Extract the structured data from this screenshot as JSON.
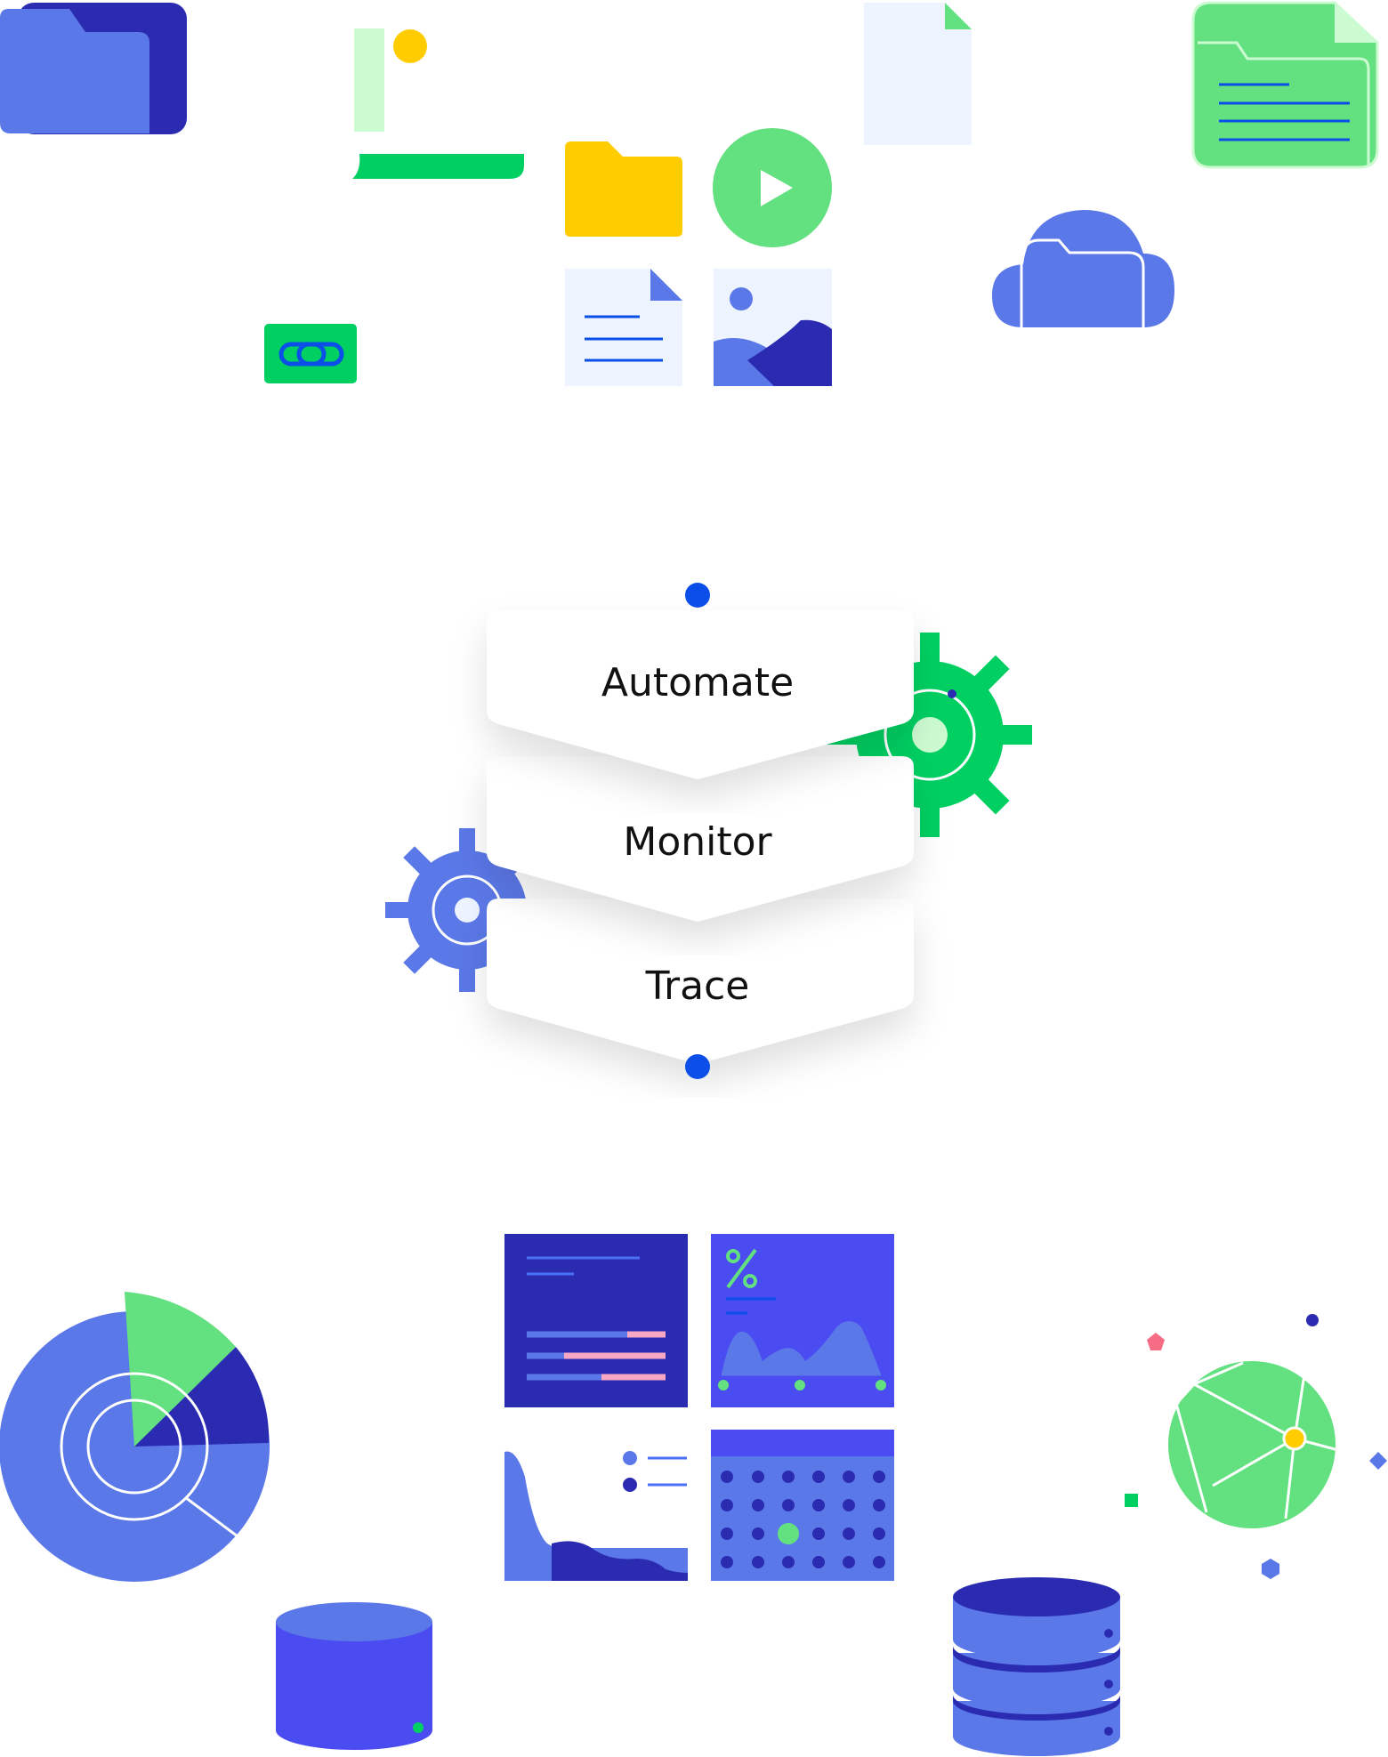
{
  "stages": [
    {
      "label": "Automate"
    },
    {
      "label": "Monitor"
    },
    {
      "label": "Trace"
    }
  ],
  "colors": {
    "primary_blue": "#5B78E8",
    "dark_indigo": "#2B2BB2",
    "violet": "#4B4BF2",
    "bright_green": "#00CF62",
    "light_green": "#63E07F",
    "pale_green": "#CCFBD1",
    "yellow": "#FFCC00",
    "pale_blue": "#EEF4FF",
    "link_blue": "#0B4FE8",
    "pink": "#F7A8C4",
    "red_pink": "#F56C84",
    "text_dark": "#111111"
  },
  "icons": [
    "folder-icon",
    "image-card-icon",
    "file-icon",
    "green-document-folder-icon",
    "yellow-folder-icon",
    "play-button-icon",
    "cloud-folder-icon",
    "link-icon",
    "text-document-icon",
    "picture-icon",
    "gear-icon",
    "radar-chart-icon",
    "report-card-icon",
    "percent-chart-card-icon",
    "area-chart-card-icon",
    "calendar-card-icon",
    "database-icon",
    "server-stack-icon",
    "network-globe-icon"
  ]
}
